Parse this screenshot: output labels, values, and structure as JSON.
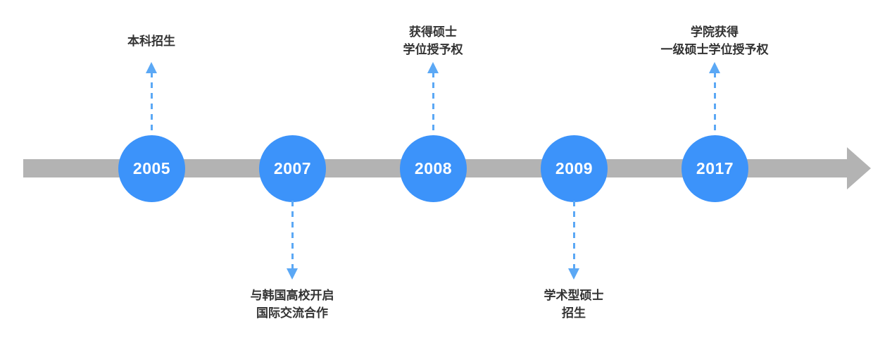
{
  "diagram": {
    "type": "horizontal-timeline",
    "title": "",
    "direction": "left-to-right",
    "axis": {
      "color": "#b3b3b3",
      "arrow_head_icon": "arrow-right-icon"
    },
    "theme": {
      "node_color": "#3c93fa",
      "node_text_color": "#ffffff",
      "connector_color": "#5ba8f5",
      "label_color": "#333333",
      "background": "#ffffff"
    }
  },
  "events": [
    {
      "year": "2005",
      "position": "above",
      "lines": [
        "本科招生"
      ]
    },
    {
      "year": "2007",
      "position": "below",
      "lines": [
        "与韩国高校开启",
        "国际交流合作"
      ]
    },
    {
      "year": "2008",
      "position": "above",
      "lines": [
        "获得硕士",
        "学位授予权"
      ]
    },
    {
      "year": "2009",
      "position": "below",
      "lines": [
        "学术型硕士",
        "招生"
      ]
    },
    {
      "year": "2017",
      "position": "above",
      "lines": [
        "学院获得",
        "一级硕士学位授予权"
      ]
    }
  ]
}
